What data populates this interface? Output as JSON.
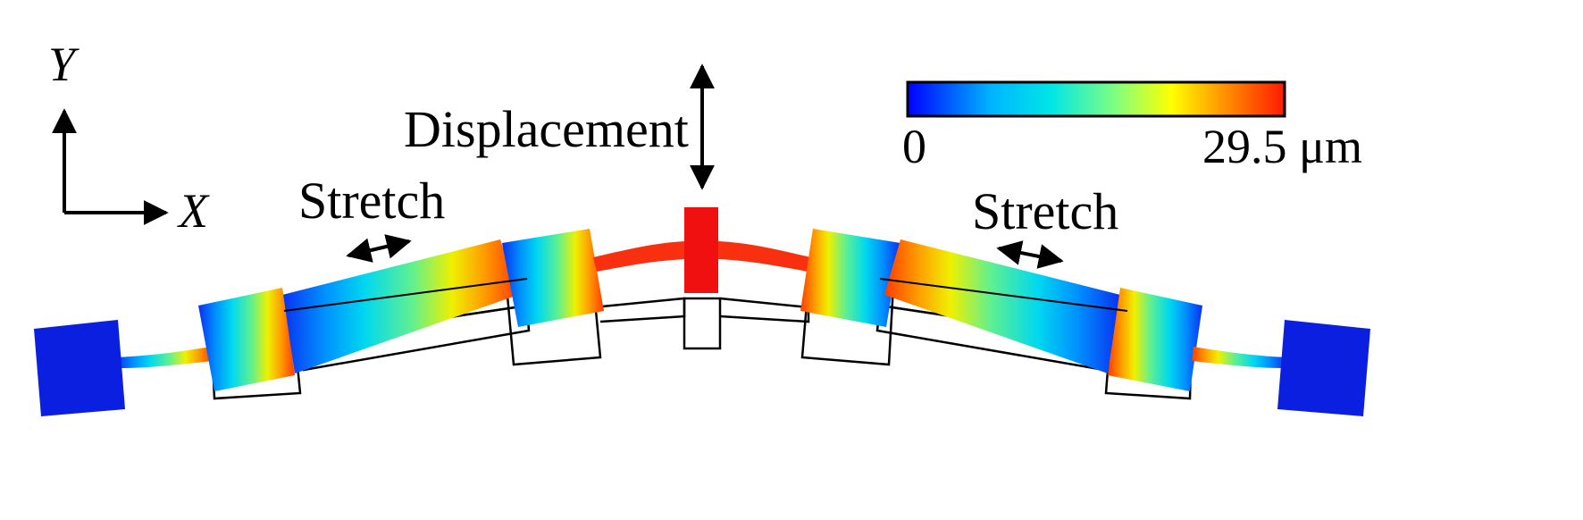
{
  "axes": {
    "x_label": "X",
    "y_label": "Y"
  },
  "labels": {
    "displacement": "Displacement",
    "stretch_left": "Stretch",
    "stretch_right": "Stretch"
  },
  "colorbar": {
    "min_label": "0",
    "max_label": "29.5 μm",
    "colors": [
      "#0000ff",
      "#00b4ff",
      "#00e0e0",
      "#7fff7f",
      "#ffff00",
      "#ff8a00",
      "#ff1a00"
    ]
  },
  "colors": {
    "fixed_pad": "#0a1fe0",
    "max": "#f01010",
    "outline": "#000000"
  }
}
